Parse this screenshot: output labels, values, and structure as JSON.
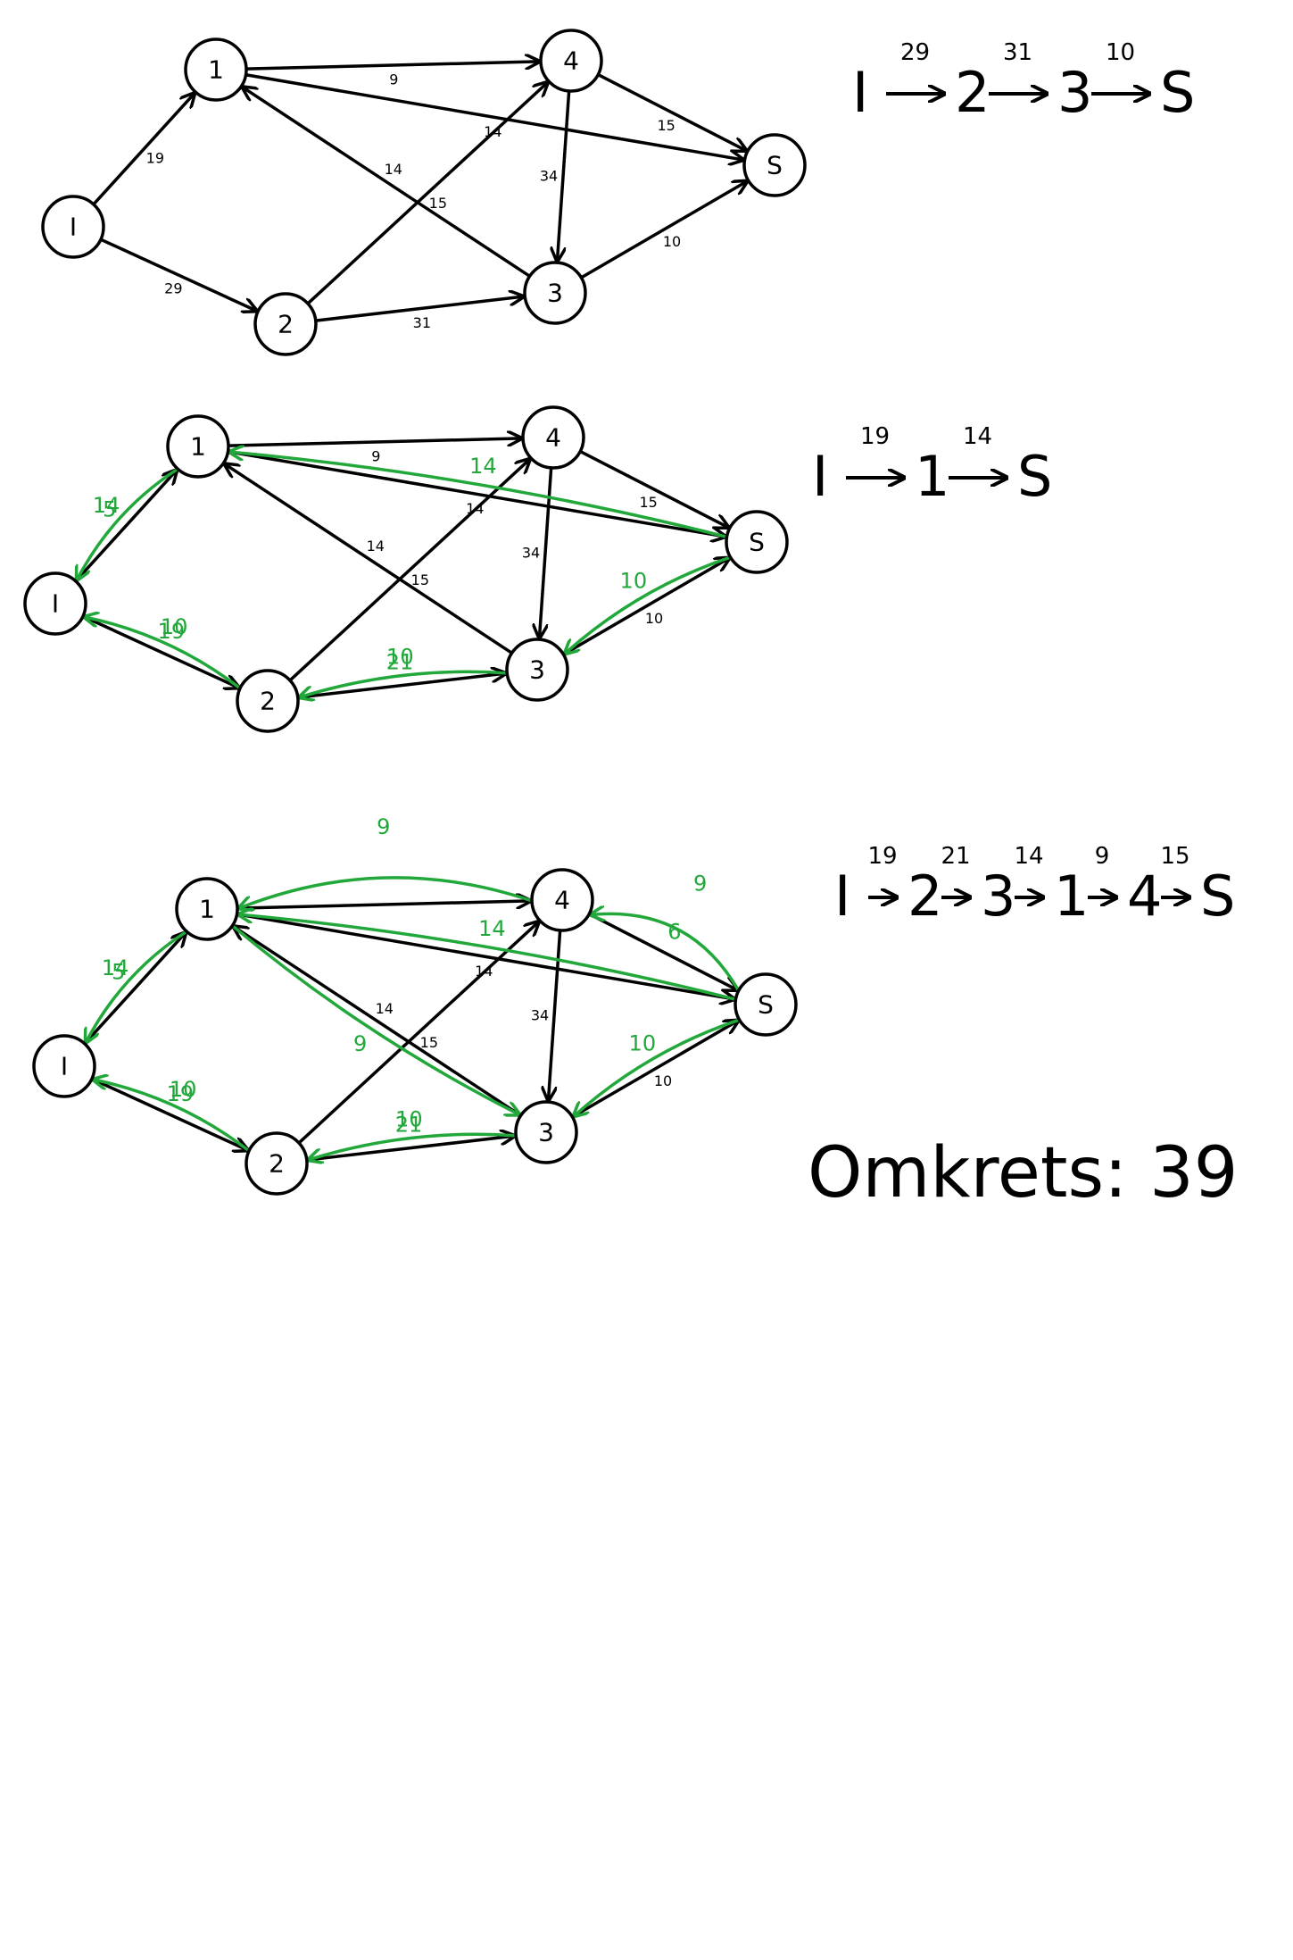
{
  "diagrams": [
    {
      "id": "graph-1",
      "nodes": [
        {
          "id": "I",
          "label": "I"
        },
        {
          "id": "1",
          "label": "1"
        },
        {
          "id": "2",
          "label": "2"
        },
        {
          "id": "3",
          "label": "3"
        },
        {
          "id": "4",
          "label": "4"
        },
        {
          "id": "S",
          "label": "S"
        }
      ],
      "edges": [
        {
          "from": "I",
          "to": "1",
          "label": "19"
        },
        {
          "from": "I",
          "to": "2",
          "label": "29"
        },
        {
          "from": "1",
          "to": "4",
          "label": "9"
        },
        {
          "from": "1",
          "to": "S",
          "label": "14"
        },
        {
          "from": "3",
          "to": "1",
          "label": "14"
        },
        {
          "from": "2",
          "to": "4",
          "label": "15"
        },
        {
          "from": "2",
          "to": "3",
          "label": "31"
        },
        {
          "from": "4",
          "to": "S",
          "label": "15"
        },
        {
          "from": "4",
          "to": "3",
          "label": "34"
        },
        {
          "from": "3",
          "to": "S",
          "label": "10"
        }
      ],
      "green": [],
      "path": {
        "nodes": [
          "I",
          "2",
          "3",
          "S"
        ],
        "flows": [
          "29",
          "31",
          "10"
        ]
      }
    },
    {
      "id": "graph-2",
      "nodes": [
        {
          "id": "I",
          "label": "I"
        },
        {
          "id": "1",
          "label": "1"
        },
        {
          "id": "2",
          "label": "2"
        },
        {
          "id": "3",
          "label": "3"
        },
        {
          "id": "4",
          "label": "4"
        },
        {
          "id": "S",
          "label": "S"
        }
      ],
      "edges": [
        {
          "from": "I",
          "to": "1",
          "label": ""
        },
        {
          "from": "I",
          "to": "2",
          "label": ""
        },
        {
          "from": "1",
          "to": "4",
          "label": "9"
        },
        {
          "from": "1",
          "to": "S",
          "label": "14"
        },
        {
          "from": "3",
          "to": "1",
          "label": "14"
        },
        {
          "from": "2",
          "to": "4",
          "label": "15"
        },
        {
          "from": "2",
          "to": "3",
          "label": ""
        },
        {
          "from": "4",
          "to": "S",
          "label": "15"
        },
        {
          "from": "4",
          "to": "3",
          "label": "34"
        },
        {
          "from": "3",
          "to": "S",
          "label": "10"
        }
      ],
      "green": [
        {
          "from": "1",
          "to": "I",
          "label": "14"
        },
        {
          "from": "2",
          "to": "I",
          "label": "10"
        },
        {
          "from": "3",
          "to": "2",
          "label": "10"
        },
        {
          "from": "S",
          "to": "1",
          "label": "14"
        },
        {
          "from": "S",
          "to": "3",
          "label": "10"
        }
      ],
      "residual_labels": [
        {
          "on": "I-1",
          "label": "5"
        },
        {
          "on": "I-2",
          "label": "19"
        },
        {
          "on": "2-3",
          "label": "21"
        }
      ],
      "path": {
        "nodes": [
          "I",
          "1",
          "S"
        ],
        "flows": [
          "19",
          "14"
        ]
      }
    },
    {
      "id": "graph-3",
      "nodes": [
        {
          "id": "I",
          "label": "I"
        },
        {
          "id": "1",
          "label": "1"
        },
        {
          "id": "2",
          "label": "2"
        },
        {
          "id": "3",
          "label": "3"
        },
        {
          "id": "4",
          "label": "4"
        },
        {
          "id": "S",
          "label": "S"
        }
      ],
      "edges": [
        {
          "from": "I",
          "to": "1",
          "label": ""
        },
        {
          "from": "I",
          "to": "2",
          "label": ""
        },
        {
          "from": "1",
          "to": "4",
          "label": ""
        },
        {
          "from": "1",
          "to": "S",
          "label": "14"
        },
        {
          "from": "3",
          "to": "1",
          "label": "14"
        },
        {
          "from": "2",
          "to": "4",
          "label": "15"
        },
        {
          "from": "2",
          "to": "3",
          "label": ""
        },
        {
          "from": "4",
          "to": "S",
          "label": ""
        },
        {
          "from": "4",
          "to": "3",
          "label": "34"
        },
        {
          "from": "3",
          "to": "S",
          "label": "10"
        }
      ],
      "green": [
        {
          "from": "1",
          "to": "I",
          "label": "14"
        },
        {
          "from": "2",
          "to": "I",
          "label": "10"
        },
        {
          "from": "3",
          "to": "2",
          "label": "10"
        },
        {
          "from": "S",
          "to": "1",
          "label": "14"
        },
        {
          "from": "S",
          "to": "3",
          "label": "10"
        },
        {
          "from": "4",
          "to": "1",
          "label": "9"
        },
        {
          "from": "1",
          "to": "3",
          "label": "9"
        },
        {
          "from": "S",
          "to": "4",
          "label": "9"
        }
      ],
      "residual_labels": [
        {
          "on": "I-1",
          "label": "5"
        },
        {
          "on": "I-2",
          "label": "19"
        },
        {
          "on": "2-3",
          "label": "21"
        },
        {
          "on": "4-S",
          "label": "6"
        }
      ],
      "path": {
        "nodes": [
          "I",
          "2",
          "3",
          "1",
          "4",
          "S"
        ],
        "flows": [
          "19",
          "21",
          "14",
          "9",
          "15"
        ]
      }
    }
  ],
  "result": {
    "text": "Omkrets: 39"
  }
}
